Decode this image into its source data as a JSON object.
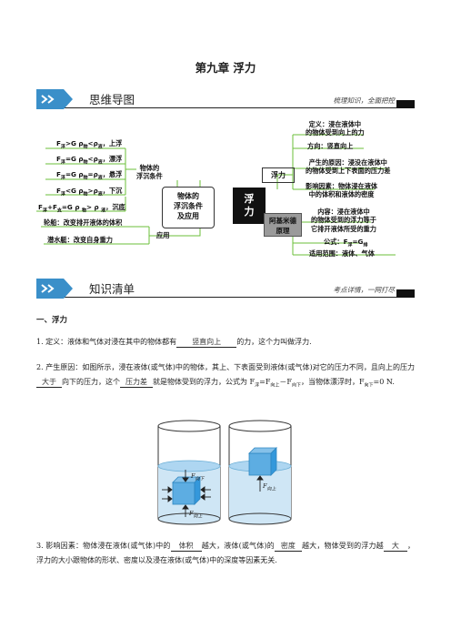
{
  "title": "第九章  浮力",
  "section1": {
    "name": "思维导图",
    "note": "梳理知识，全面把控"
  },
  "section2": {
    "name": "知识清单",
    "note": "考点详情，一网打尽"
  },
  "mindmap": {
    "center": [
      "物体的",
      "浮沉条件",
      "及应用"
    ],
    "core": [
      "浮",
      "力"
    ],
    "left_mid": [
      "物体的",
      "浮沉条件"
    ],
    "left_app": "应用",
    "left_items": [
      {
        "prefix": "F",
        "sub1": "浮",
        "mid": ">G ",
        "rho": "ρ",
        "sub2": "物",
        "rel": "<ρ",
        "sub3": "液",
        "label": "，上浮"
      },
      {
        "prefix": "F",
        "sub1": "浮",
        "mid": "=G ",
        "rho": "ρ",
        "sub2": "物",
        "rel": "<ρ",
        "sub3": "液",
        "label": "，漂浮"
      },
      {
        "prefix": "F",
        "sub1": "浮",
        "mid": "=G ",
        "rho": "ρ",
        "sub2": "物",
        "rel": "=ρ",
        "sub3": "液",
        "label": "，悬浮"
      },
      {
        "prefix": "F",
        "sub1": "浮",
        "mid": "<G ",
        "rho": "ρ",
        "sub2": "物",
        "rel": ">ρ",
        "sub3": "液",
        "label": "，下沉"
      }
    ],
    "sink_item": {
      "text1": "F",
      "s1": "浮",
      "text2": "+F",
      "s2": "支",
      "text3": "=G  ρ ",
      "s3": "物",
      "text4": "> ρ ",
      "s4": "液",
      "text5": "，沉底"
    },
    "app_items": [
      "轮船：改变排开液体的体积",
      "潜水艇：改变自身重力"
    ],
    "buoyancy_node": "浮力",
    "buoyancy_items": [
      [
        "定义：浸在液体中",
        "的物体受到向上的力"
      ],
      [
        "方向：竖直向上"
      ],
      [
        "产生的原因：浸没在液体中",
        "的物体受到上下表面的压力差"
      ],
      [
        "影响因素：物体浸在液体",
        "中的体积和液体的密度"
      ]
    ],
    "archimedes_node": [
      "阿基米德",
      "原理"
    ],
    "archimedes_items": {
      "content": [
        "内容：浸在液体中",
        "的物体受到的浮力等于",
        "它排开液体所受的重力"
      ],
      "formula": {
        "a": "公式：F",
        "s1": "浮",
        "b": "=G",
        "s2": "排"
      },
      "scope": "适用范围：液体、气体"
    }
  },
  "heading1": "一、浮力",
  "p1": {
    "a": "1. 定义：液体和气体对浸在其中的物体都有",
    "blank": "竖直向上",
    "b": "的力，这个力叫做浮力."
  },
  "p2": {
    "a": "2. 产生原因：如图所示，浸在液体(或气体)中的物体，其上、下表面受到液体(或气体)对它的压力不同，且向上的压力",
    "blank1": "大于",
    "b": "向下的压力，这个",
    "blank2": "压力差",
    "c": "就是物体受到的浮力，公式为 F",
    "s1": "浮",
    "d": "=F",
    "s2": "向上",
    "e": "－F",
    "s3": "向下",
    "f": "，当物体漂浮时，F",
    "s4": "向下",
    "g": "=0 N."
  },
  "figure": {
    "label_down": "F",
    "sub_down": "向下",
    "label_up": "F",
    "sub_up": "向上",
    "label_up2": "F",
    "sub_up2": "向上"
  },
  "p3": {
    "a": "3. 影响因素：物体浸在液体(或气体)中的",
    "blank1": "体积",
    "b": "越大，液体(或气体)的",
    "blank2": "密度",
    "c": "越大，物体受到的浮力越",
    "blank3": "大",
    "d": "，浮力的大小跟物体的形状、密度以及浸在液体(或气体)中的深度等因素无关."
  }
}
